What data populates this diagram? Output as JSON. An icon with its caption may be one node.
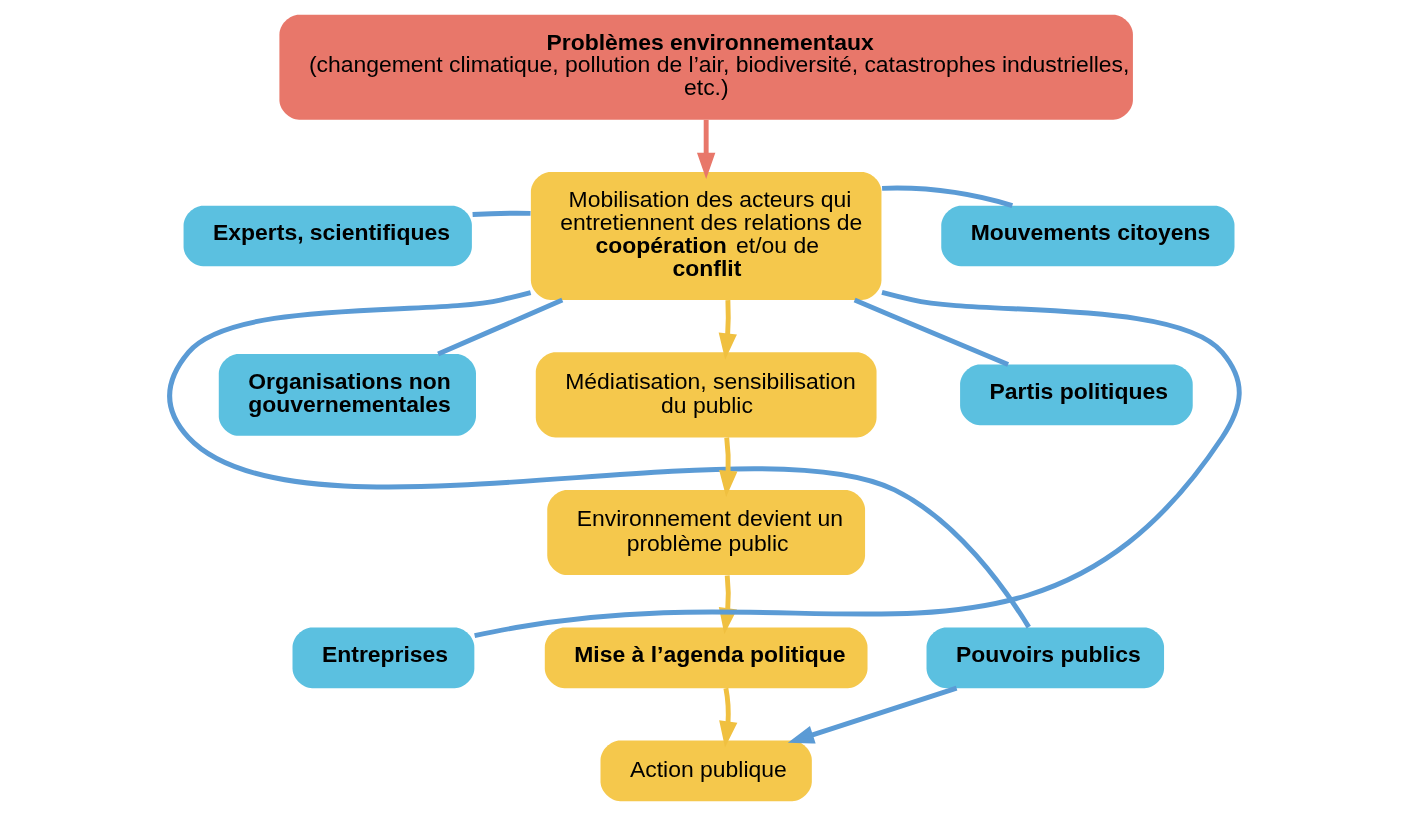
{
  "diagram": {
    "nodes": [
      {
        "text": [
          "Problèmes environnementaux",
          "(changement climatique, pollution de l’air, biodiversité, catastrophes industrielles, etc.)"
        ]
      },
      {
        "text": [
          "Mobilisation des acteurs qui entretiennent des relations de **coopération** et/ou de **conflit**"
        ]
      },
      {
        "text": [
          "Médiatisation, sensibilisation du public"
        ]
      },
      {
        "text": [
          "Environnement devient un problème public"
        ]
      },
      {
        "text": [
          "Mise à l’agenda politique"
        ]
      },
      {
        "text": [
          "Action publique"
        ]
      },
      {
        "text": [
          "Experts, scientifiques"
        ]
      },
      {
        "text": [
          "Organisations non gouvernementales"
        ]
      },
      {
        "text": [
          "Entreprises"
        ]
      },
      {
        "text": [
          "Mouvements citoyens"
        ]
      },
      {
        "text": [
          "Partis politiques"
        ]
      },
      {
        "text": [
          "Pouvoirs publics"
        ]
      }
    ],
    "edges": [
      {
        "from": 0,
        "to": 1,
        "arrow": "to",
        "color": "#e8776a"
      },
      {
        "from": 1,
        "to": 2,
        "arrow": "to",
        "color": "#f0c040"
      },
      {
        "from": 2,
        "to": 3,
        "arrow": "to",
        "color": "#f0c040"
      },
      {
        "from": 3,
        "to": 4,
        "arrow": "to",
        "color": "#f0c040"
      },
      {
        "from": 4,
        "to": 5,
        "arrow": "to",
        "color": "#f0c040"
      },
      {
        "from": 6,
        "to": 1,
        "arrow": "none"
      },
      {
        "from": 7,
        "to": 1,
        "arrow": "none"
      },
      {
        "from": 8,
        "to": 1,
        "arrow": "none"
      },
      {
        "from": 1,
        "to": 9,
        "arrow": "none"
      },
      {
        "from": 1,
        "to": 10,
        "arrow": "none"
      },
      {
        "from": 1,
        "to": 11,
        "arrow": "none"
      },
      {
        "from": 11,
        "to": 5,
        "arrow": "to"
      }
    ]
  }
}
